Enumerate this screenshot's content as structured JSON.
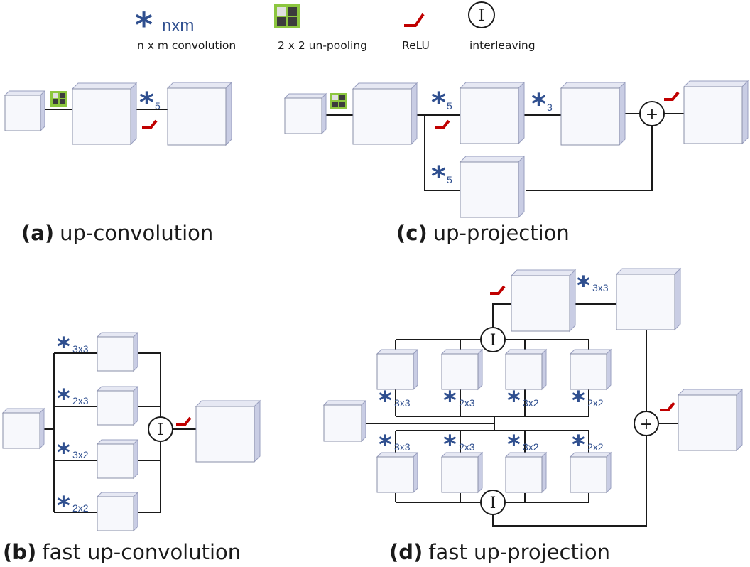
{
  "legend": {
    "conv_symbol": "*",
    "conv_sub": "nxm",
    "conv_label": "n x m convolution",
    "unpool_label": "2 x 2 un-pooling",
    "relu_label": "ReLU",
    "interleave_symbol": "I",
    "interleave_label": "interleaving"
  },
  "panels": {
    "a": {
      "tag": "(a)",
      "title": "up-convolution",
      "conv": "5"
    },
    "b": {
      "tag": "(b)",
      "title": "fast up-convolution",
      "convs": [
        "3x3",
        "2x3",
        "3x2",
        "2x2"
      ]
    },
    "c": {
      "tag": "(c)",
      "title": "up-projection",
      "conv_top1": "5",
      "conv_top2": "3",
      "conv_bottom": "5"
    },
    "d": {
      "tag": "(d)",
      "title": "fast up-projection",
      "convs_top": [
        "3x3",
        "2x3",
        "3x2",
        "2x2"
      ],
      "convs_bottom": [
        "3x3",
        "2x3",
        "3x2",
        "2x2"
      ],
      "conv_after": "3x3"
    }
  },
  "symbols": {
    "plus": "+",
    "interleave": "I",
    "star": "*"
  },
  "colors": {
    "box_front": "#f7f8fc",
    "box_side": "#c9cde4",
    "box_top": "#e6e8f3",
    "conv": "#2f4f8f",
    "relu": "#c00000",
    "unpool_light": "#8cc63f",
    "unpool_dark": "#3c3c3c"
  }
}
